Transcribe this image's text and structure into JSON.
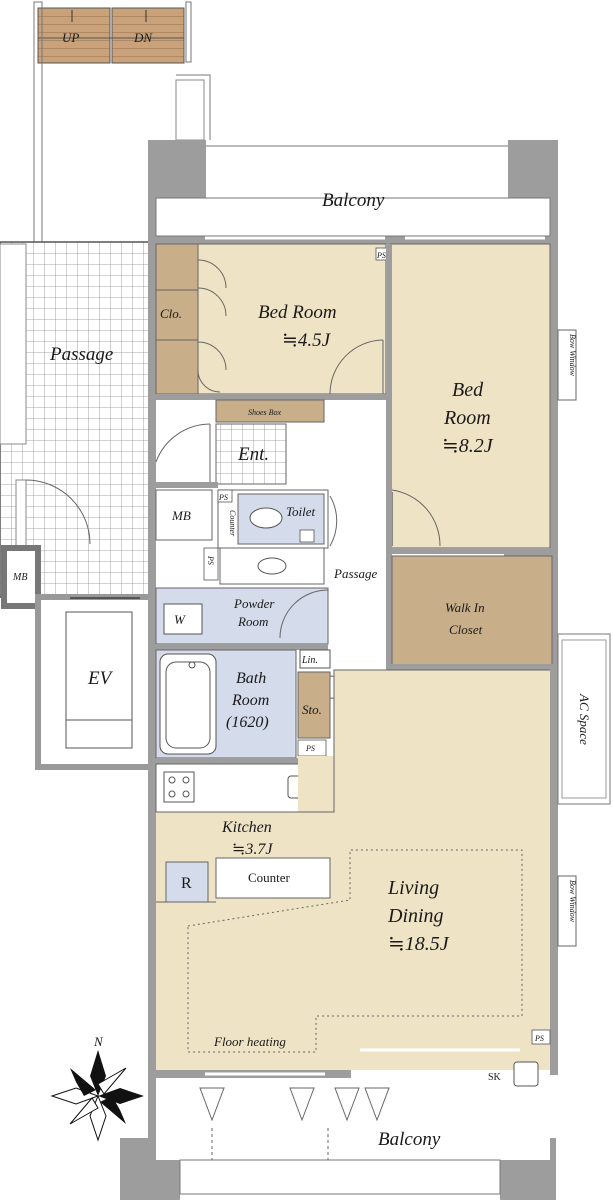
{
  "rooms": {
    "balcony_top": "Balcony",
    "bedroom_small": {
      "name": "Bed Room",
      "size": "≒4.5J"
    },
    "bedroom_large": {
      "line1": "Bed",
      "line2": "Room",
      "size": "≒8.2J"
    },
    "closet": "Clo.",
    "shoes_box": "Shoes Box",
    "entrance": "Ent.",
    "passage_outer": "Passage",
    "passage_inner": "Passage",
    "toilet": "Toilet",
    "counter_small": "Counter",
    "walk_in_closet": {
      "line1": "Walk In",
      "line2": "Closet"
    },
    "powder_room": {
      "line1": "Powder",
      "line2": "Room"
    },
    "washer": "W",
    "linen": "Lin.",
    "bathroom": {
      "line1": "Bath",
      "line2": "Room",
      "line3": "(1620)"
    },
    "storage": "Sto.",
    "kitchen": {
      "name": "Kitchen",
      "size": "≒3.7J"
    },
    "refrigerator": "R",
    "counter": "Counter",
    "living_dining": {
      "line1": "Living",
      "line2": "Dining",
      "size": "≒18.5J"
    },
    "floor_heating": "Floor heating",
    "balcony_bottom": "Balcony",
    "sk": "SK",
    "ac_space": "AC Space",
    "bow_window_top": "Bow Window",
    "bow_window_bottom": "Bow Window",
    "ev": "EV",
    "mb_inner": "MB",
    "mb_outer": "MB",
    "stairs_up": "UP",
    "stairs_down": "DN",
    "ps1": "PS",
    "ps2": "PS",
    "ps3": "PS",
    "ps4": "PS",
    "ps5": "PS"
  },
  "compass": {
    "north": "N"
  },
  "colors": {
    "wall": "#9d9d9d",
    "bedroom_fill": "#efe3c6",
    "closet_fill": "#c8ae89",
    "wet_fill": "#d4dbea",
    "tile_fill": "#ffffff",
    "stairs_fill": "#c9a27a",
    "line": "#555555"
  }
}
